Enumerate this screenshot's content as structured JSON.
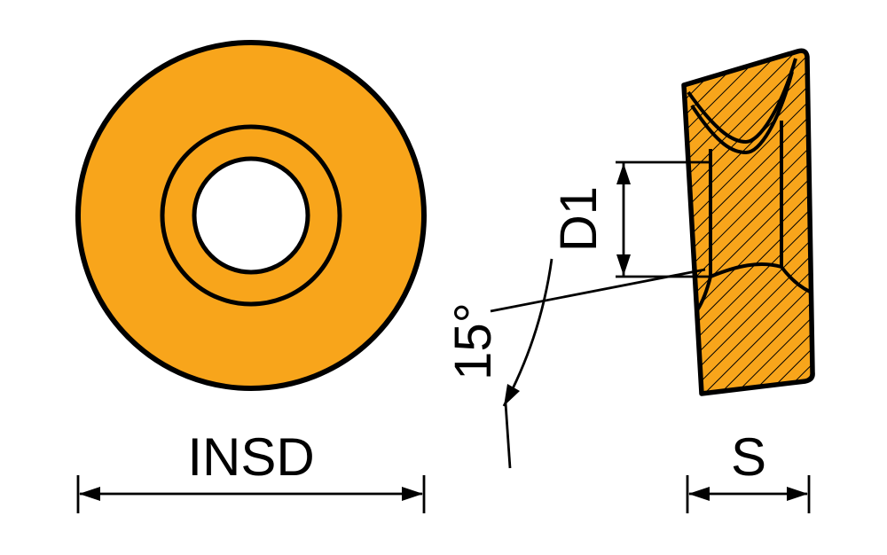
{
  "drawing": {
    "description": "Technical drawing of a round milling insert: front view and sectioned side view with dimensions"
  },
  "colors": {
    "insert_fill": "#F8A51B",
    "line": "#000000",
    "background": "#FFFFFF"
  },
  "labels": {
    "front_view_diameter": "INSD",
    "hole_diameter": "D1",
    "clearance_angle": "15°",
    "thickness": "S"
  }
}
